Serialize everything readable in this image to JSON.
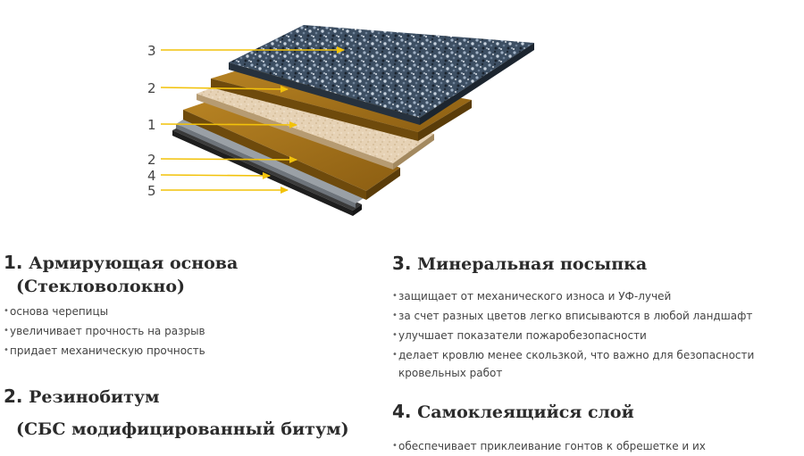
{
  "diagram": {
    "labels": [
      "3",
      "2",
      "1",
      "2",
      "4",
      "5"
    ]
  },
  "sections": {
    "s1": {
      "num": "1.",
      "title": "Армирующая основа",
      "subtitle": "(Стекловолокно)",
      "bullets": [
        "основа черепицы",
        "увеличивает прочность на разрыв",
        "придает механическую прочность"
      ]
    },
    "s2": {
      "num": "2.",
      "title": "Резинобитум",
      "subtitle": "(СБС модифицированный битум)"
    },
    "s3": {
      "num": "3.",
      "title": "Минеральная посыпка",
      "bullets": [
        "защищает от механического износа и УФ-лучей",
        "за счет разных цветов легко вписываются в любой ландшафт",
        "улучшает показатели пожаробезопасности",
        "делает кровлю менее скользкой, что важно для безопасности"
      ],
      "bullet_continuation": "кровельных работ"
    },
    "s4": {
      "num": "4.",
      "title": "Самоклеящийся слой",
      "bullets": [
        "обеспечивает приклеивание гонтов к обрешетке и их"
      ]
    }
  },
  "colors": {
    "granules": "#3d4f63",
    "bitumen": "#9a6a18",
    "fiberglass": "#e6d2b5",
    "adhesive": "#8a8f96",
    "film": "#2c2c2c",
    "arrow": "#f2c20a"
  }
}
